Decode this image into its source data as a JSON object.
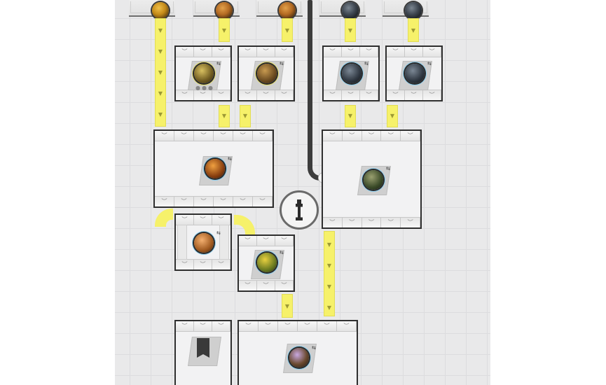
{
  "board": {
    "inputs": [
      {
        "resource": "ore-gold-icon"
      },
      {
        "resource": "ore-copper-icon"
      },
      {
        "resource": "ore-copper-icon"
      },
      {
        "resource": "coal-cube-icon"
      },
      {
        "resource": "coal-cube-icon"
      }
    ],
    "hub": {
      "icon": "tower-icon"
    },
    "machines": [
      {
        "id": "m1",
        "product": "ore-rubble-icon",
        "status": "three-dots"
      },
      {
        "id": "m2",
        "product": "ore-rubble-icon"
      },
      {
        "id": "m3",
        "product": "coal-chunk-icon"
      },
      {
        "id": "m4",
        "product": "coal-chunk-icon"
      },
      {
        "id": "m5",
        "product": "refined-ore-icon"
      },
      {
        "id": "m6",
        "product": "mossy-rock-icon"
      },
      {
        "id": "m7",
        "product": "copper-cube-icon"
      },
      {
        "id": "m8",
        "product": "gold-alloy-icon"
      },
      {
        "id": "m9",
        "product": "document-icon"
      },
      {
        "id": "m10",
        "product": "crystal-ore-icon"
      }
    ],
    "colors": {
      "belt": "#f6f16a",
      "frame": "#2f2f2f",
      "accent": "#8fd0f0"
    }
  }
}
